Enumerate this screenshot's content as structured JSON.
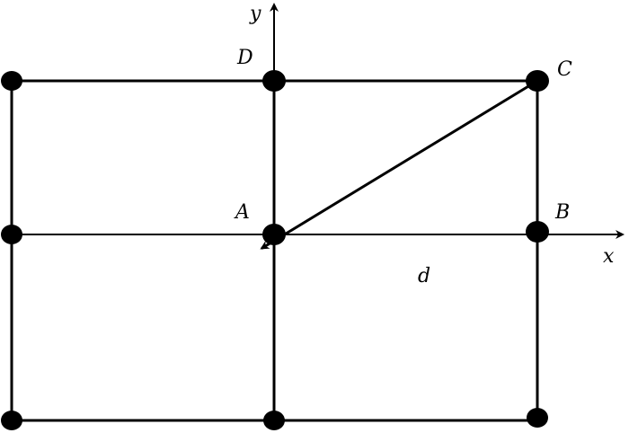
{
  "diagram": {
    "labels": {
      "axis_x": "x",
      "axis_y": "y",
      "point_a": "A",
      "point_b": "B",
      "point_c": "C",
      "point_d": "D",
      "distance": "d"
    },
    "colors": {
      "ink": "#000000",
      "background": "#ffffff"
    }
  }
}
